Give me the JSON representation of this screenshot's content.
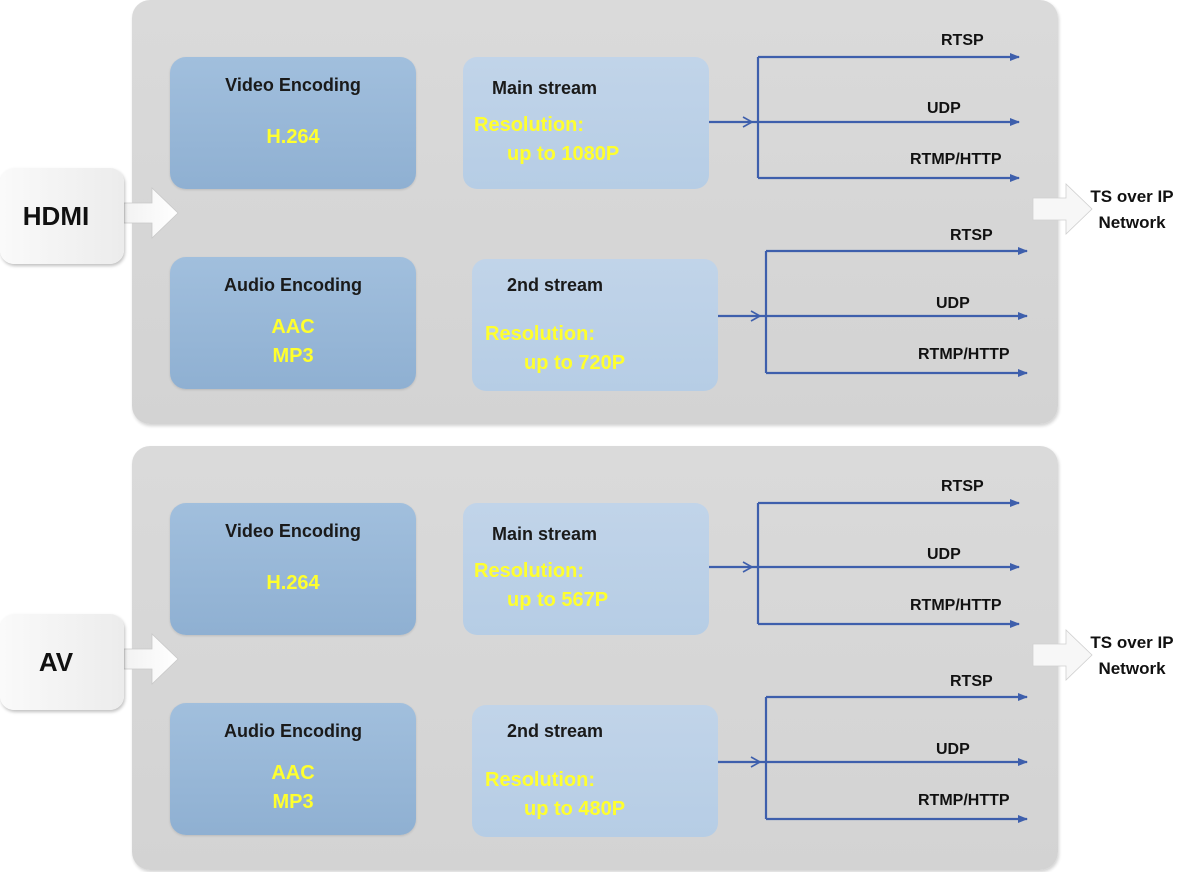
{
  "sections": [
    {
      "source": "HDMI",
      "video": {
        "title": "Video Encoding",
        "codecs": [
          "H.264"
        ]
      },
      "audio": {
        "title": "Audio Encoding",
        "codecs": [
          "AAC",
          "MP3"
        ]
      },
      "main_stream": {
        "title": "Main stream",
        "resolution_label": "Resolution:",
        "resolution_value": "up to 1080P"
      },
      "second_stream": {
        "title": "2nd stream",
        "resolution_label": "Resolution:",
        "resolution_value": "up to 720P"
      },
      "main_outputs": [
        "RTSP",
        "UDP",
        "RTMP/HTTP"
      ],
      "second_outputs": [
        "RTSP",
        "UDP",
        "RTMP/HTTP"
      ],
      "network": [
        "TS over IP",
        "Network"
      ]
    },
    {
      "source": "AV",
      "video": {
        "title": "Video Encoding",
        "codecs": [
          "H.264"
        ]
      },
      "audio": {
        "title": "Audio Encoding",
        "codecs": [
          "AAC",
          "MP3"
        ]
      },
      "main_stream": {
        "title": "Main stream",
        "resolution_label": "Resolution:",
        "resolution_value": "up to 567P"
      },
      "second_stream": {
        "title": "2nd stream",
        "resolution_label": "Resolution:",
        "resolution_value": "up to 480P"
      },
      "main_outputs": [
        "RTSP",
        "UDP",
        "RTMP/HTTP"
      ],
      "second_outputs": [
        "RTSP",
        "UDP",
        "RTMP/HTTP"
      ],
      "network": [
        "TS over IP",
        "Network"
      ]
    }
  ],
  "colors": {
    "panel": "#d5d5d5",
    "encoder_box": "#97b6d7",
    "stream_box": "#bcd0e7",
    "highlight_text": "#ffff2e",
    "connector_line": "#3e5fac"
  }
}
